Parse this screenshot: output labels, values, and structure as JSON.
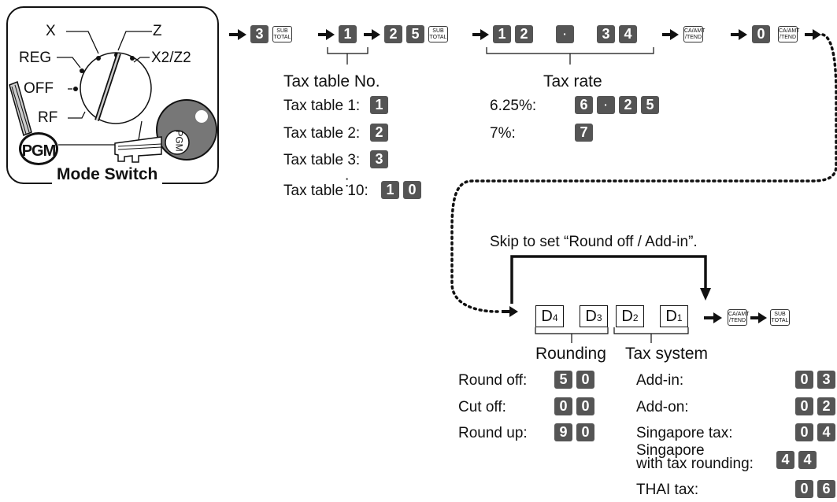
{
  "mode_switch": {
    "title": "Mode Switch",
    "positions": {
      "x": "X",
      "z": "Z",
      "reg": "REG",
      "x2z2": "X2/Z2",
      "off": "OFF",
      "rf": "RF",
      "pgm": "PGM"
    },
    "key_label": "PGM"
  },
  "sequence1": {
    "keys": [
      "3",
      "SUB TOTAL",
      "1",
      "2",
      "5",
      "SUB TOTAL",
      "1",
      "2",
      "·",
      "3",
      "4",
      "CA/AMT /TEND",
      "0",
      "CA/AMT /TEND"
    ],
    "key_numbers": [
      "3",
      "1",
      "2",
      "5",
      "1",
      "2",
      "·",
      "3",
      "4",
      "0"
    ],
    "subtotal": {
      "line1": "SUB",
      "line2": "TOTAL"
    },
    "ca_amt": {
      "line1": "CA/AMT",
      "line2": "/TEND"
    }
  },
  "tax_table": {
    "heading": "Tax table No.",
    "rows": [
      {
        "label": "Tax table 1:",
        "keys": [
          "1"
        ]
      },
      {
        "label": "Tax table 2:",
        "keys": [
          "2"
        ]
      },
      {
        "label": "Tax table 3:",
        "keys": [
          "3"
        ]
      },
      {
        "label": "Tax table 10:",
        "keys": [
          "1",
          "0"
        ]
      }
    ],
    "ellipsis": ":"
  },
  "tax_rate": {
    "heading": "Tax rate",
    "rows": [
      {
        "label": "6.25%:",
        "keys": [
          "6",
          "·",
          "2",
          "5"
        ]
      },
      {
        "label": "7%:",
        "keys": [
          "7"
        ]
      }
    ]
  },
  "skip_note": "Skip to set “Round off / Add-in”.",
  "digit_boxes": [
    {
      "main": "D",
      "sub": "4"
    },
    {
      "main": "D",
      "sub": "3"
    },
    {
      "main": "D",
      "sub": "2"
    },
    {
      "main": "D",
      "sub": "1"
    }
  ],
  "rounding": {
    "heading": "Rounding",
    "rows": [
      {
        "label": "Round off:",
        "keys": [
          "5",
          "0"
        ]
      },
      {
        "label": "Cut off:",
        "keys": [
          "0",
          "0"
        ]
      },
      {
        "label": "Round up:",
        "keys": [
          "9",
          "0"
        ]
      }
    ]
  },
  "tax_system": {
    "heading": "Tax system",
    "rows": [
      {
        "label": "Add-in:",
        "keys": [
          "0",
          "3"
        ]
      },
      {
        "label": "Add-on:",
        "keys": [
          "0",
          "2"
        ]
      },
      {
        "label": "Singapore tax:",
        "keys": [
          "0",
          "4"
        ]
      },
      {
        "label": "Singapore",
        "label2": "with tax rounding:",
        "keys": [
          "4",
          "4"
        ]
      },
      {
        "label": "THAI tax:",
        "keys": [
          "0",
          "6"
        ]
      }
    ]
  }
}
